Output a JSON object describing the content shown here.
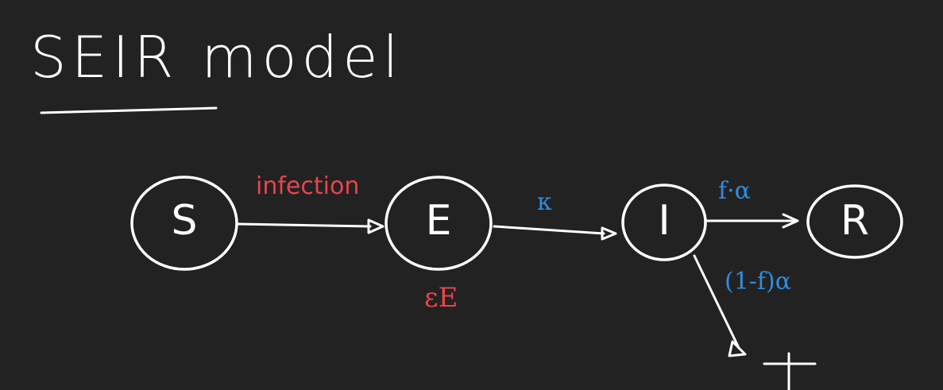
{
  "title": "SEIR model",
  "colors": {
    "background": "#222222",
    "ink": "#ffffff",
    "red": "#e8444f",
    "blue": "#2e8de0"
  },
  "nodes": [
    {
      "id": "S",
      "label": "S"
    },
    {
      "id": "E",
      "label": "E"
    },
    {
      "id": "I",
      "label": "I"
    },
    {
      "id": "R",
      "label": "R"
    }
  ],
  "edges": [
    {
      "from": "S",
      "to": "E",
      "label": "infection",
      "color": "red"
    },
    {
      "from": "E",
      "to": "I",
      "label": "κ",
      "color": "blue"
    },
    {
      "from": "I",
      "to": "R",
      "label": "f·α",
      "color": "blue"
    },
    {
      "from": "I",
      "to": "death",
      "label": "(1-f)α",
      "color": "blue"
    }
  ],
  "annotations": [
    {
      "near": "E",
      "label": "εE",
      "color": "red"
    }
  ],
  "death_symbol": "†"
}
